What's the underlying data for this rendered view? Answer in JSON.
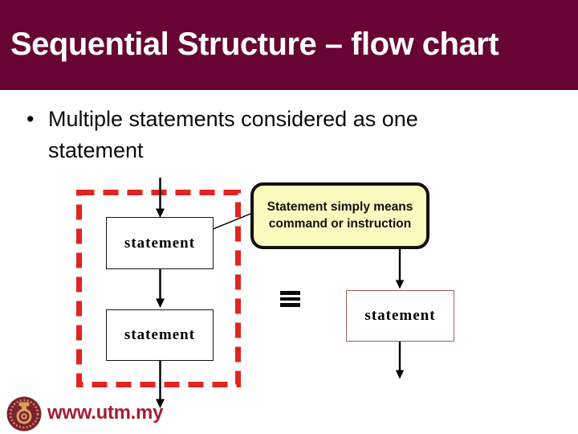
{
  "slide": {
    "header": {
      "title": "Sequential Structure – flow chart",
      "bg_color": "#680434",
      "text_color": "#FFFFFF"
    },
    "body": {
      "bullet_glyph": "•",
      "bullet_text": "Multiple statements considered as one statement"
    },
    "flowchart": {
      "left_group": {
        "outline_color": "#E02420",
        "outline_style": "dashed",
        "boxes": [
          {
            "label": "statement"
          },
          {
            "label": "statement"
          }
        ]
      },
      "callout": {
        "text": "Statement simply means command or instruction",
        "fill_color": "#FAF9BE",
        "border_color": "#111111"
      },
      "equivalence_symbol": "≡",
      "right_box": {
        "label": "statement",
        "border_color": "#AE5A5A"
      },
      "arrow_color": "#000000"
    },
    "footer": {
      "url": "www.utm.my",
      "url_color": "#A41E35",
      "logo": "utm-emblem"
    }
  }
}
